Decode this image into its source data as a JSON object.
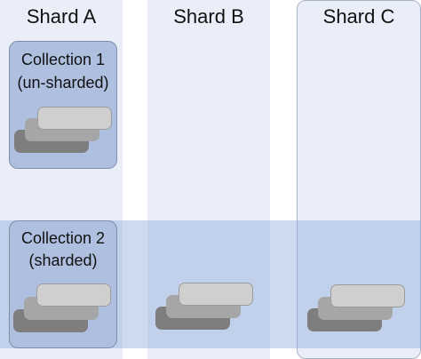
{
  "shards": [
    {
      "title": "Shard A"
    },
    {
      "title": "Shard B"
    },
    {
      "title": "Shard C"
    }
  ],
  "collections": [
    {
      "line1": "Collection 1",
      "line2": "(un-sharded)"
    },
    {
      "line1": "Collection 2",
      "line2": "(sharded)"
    }
  ],
  "colors": {
    "shard_background": "#e9eef8",
    "collection_fill": "#aebfe0",
    "sharded_band": "#91acdc",
    "document_front": "#cfcfcf",
    "document_middle": "#a6a6a6",
    "document_back": "#7e7e7e"
  }
}
